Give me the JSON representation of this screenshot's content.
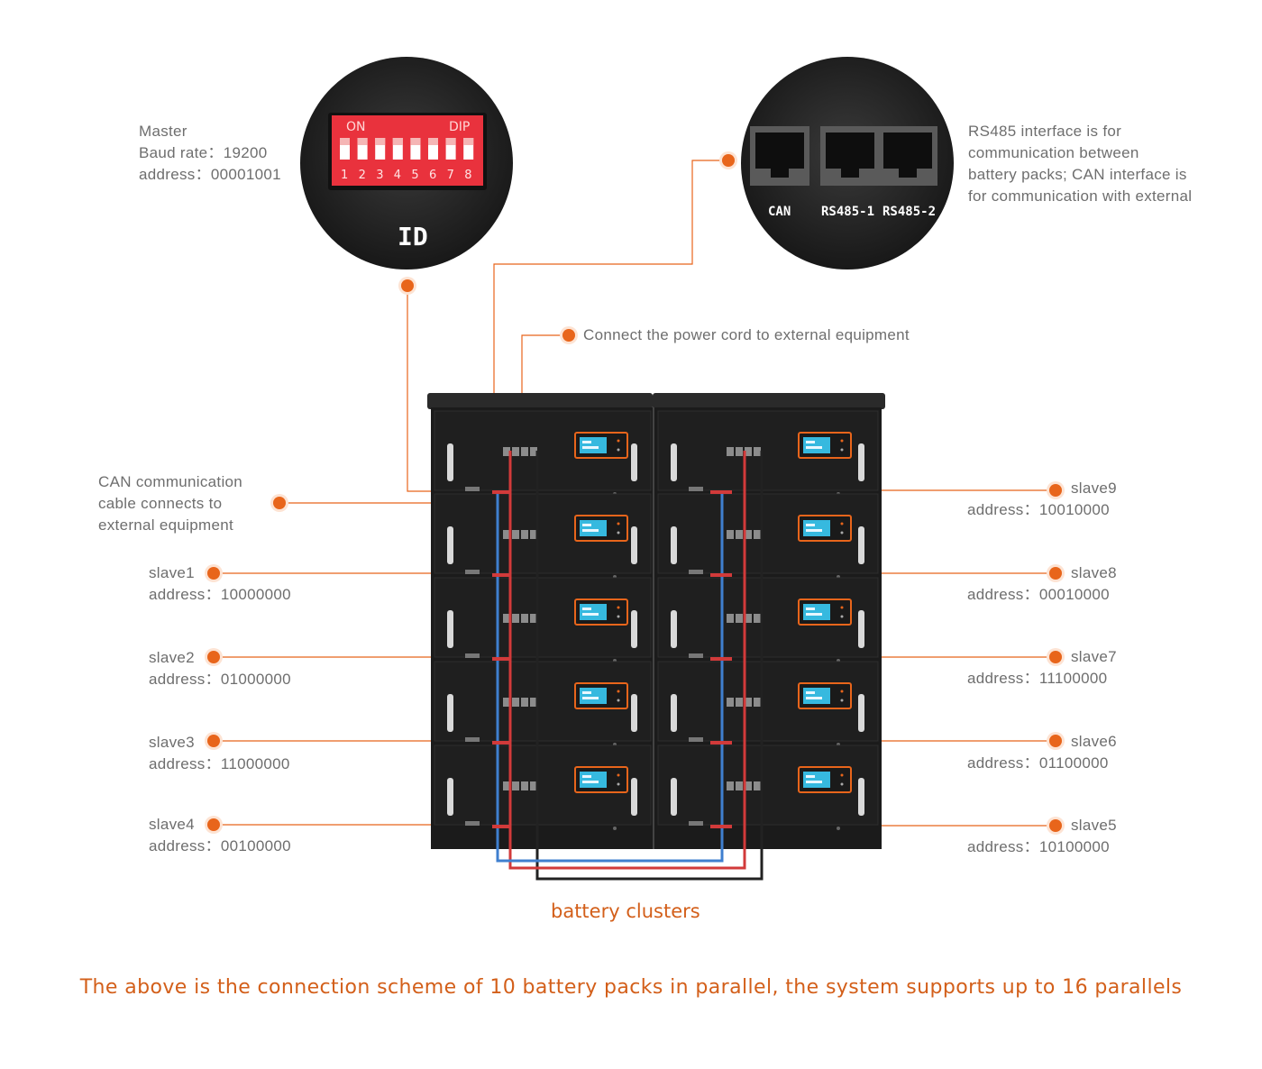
{
  "colors": {
    "accent": "#e8651b",
    "cable_red": "#d23a3a",
    "cable_blue": "#3f7fcf",
    "cable_black": "#222222",
    "rack": "#1b1b1b",
    "dip_red": "#e9323d",
    "screen": "#36b9df"
  },
  "master": {
    "line1": "Master",
    "line2": "Baud rate：19200",
    "line3": "address：00001001"
  },
  "dip_switch": {
    "on_label": "ON",
    "dip_label": "DIP",
    "numbers": [
      "1",
      "2",
      "3",
      "4",
      "5",
      "6",
      "7",
      "8"
    ],
    "id_label": "ID"
  },
  "ports": {
    "can": "CAN",
    "rs485_1": "RS485-1",
    "rs485_2": "RS485-2"
  },
  "interface_note": {
    "line1": "RS485 interface is for",
    "line2": "communication between",
    "line3": "battery packs; CAN interface is",
    "line4": "for communication with external"
  },
  "power_note": "Connect the power cord to external equipment",
  "can_note": {
    "line1": "CAN communication",
    "line2": "cable connects to",
    "line3": "external equipment"
  },
  "slaves_left": [
    {
      "name": "slave1",
      "address": "address：10000000"
    },
    {
      "name": "slave2",
      "address": "address：01000000"
    },
    {
      "name": "slave3",
      "address": "address：11000000"
    },
    {
      "name": "slave4",
      "address": "address：00100000"
    }
  ],
  "slaves_right": [
    {
      "name": "slave9",
      "address": "address：10010000"
    },
    {
      "name": "slave8",
      "address": "address：00010000"
    },
    {
      "name": "slave7",
      "address": "address：11100000"
    },
    {
      "name": "slave6",
      "address": "address：01100000"
    },
    {
      "name": "slave5",
      "address": "address：10100000"
    }
  ],
  "cluster_label": "battery clusters",
  "footer_note": "The above is the connection scheme of 10 battery packs in parallel, the system supports up to 16 parallels"
}
